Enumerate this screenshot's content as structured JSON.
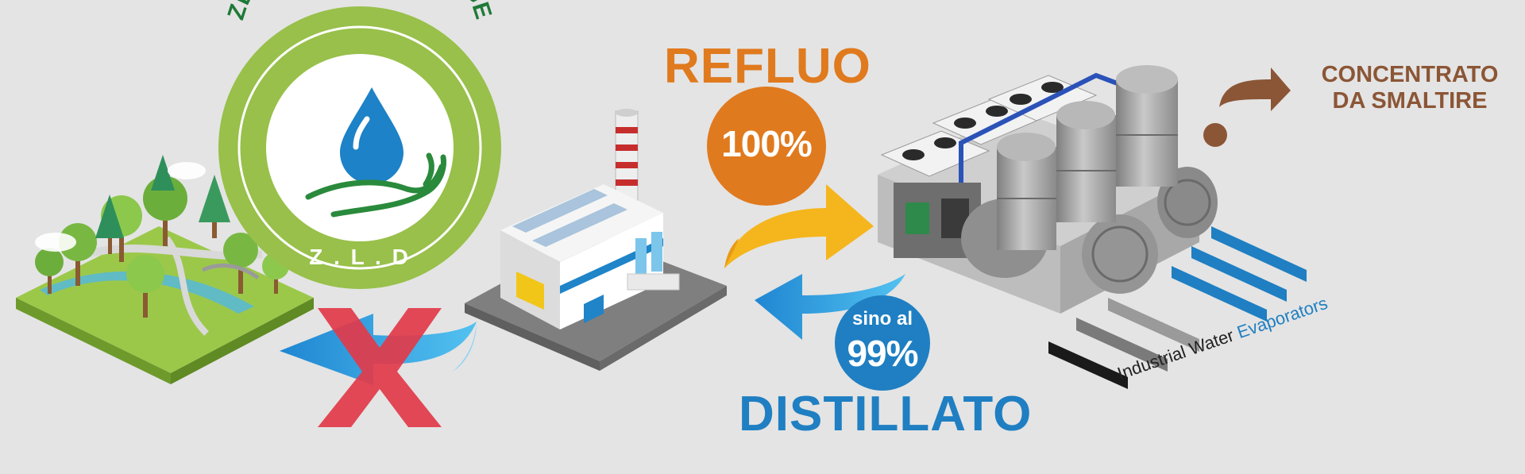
{
  "badge": {
    "ring_text": "ZERO LIQUID DISCHARGE",
    "abbrev": "Z . L . D"
  },
  "refluo": {
    "label": "REFLUO",
    "percent": "100%"
  },
  "distillato": {
    "label": "DISTILLATO",
    "prefix": "sino al",
    "percent": "99%"
  },
  "concentrato": {
    "line1": "CONCENTRATO",
    "line2": "DA SMALTIRE"
  },
  "brand": {
    "word1": "Industrial",
    "word2": "Water",
    "word3": "Evaporators"
  },
  "colors": {
    "background": "#e4e4e4",
    "orange": "#e07a1e",
    "yellow": "#f5b51c",
    "blue": "#1f7fc2",
    "light_blue": "#3fb0e8",
    "green": "#8dbb3c",
    "dark_green": "#2f8a3c",
    "red": "#e23a4a",
    "brown": "#8b5636"
  },
  "icons": [
    "park-icon",
    "factory-icon",
    "evaporator-icon",
    "water-drop-icon",
    "hand-icon",
    "cross-icon"
  ]
}
